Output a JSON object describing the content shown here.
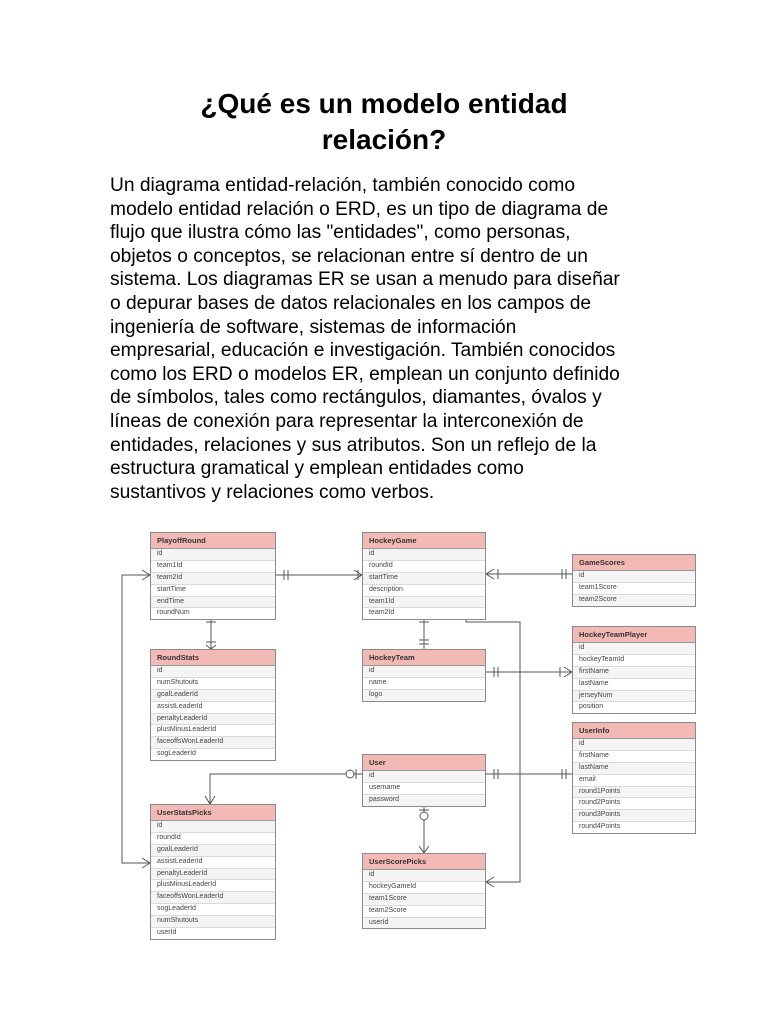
{
  "title": {
    "line1": "¿Qué es un modelo entidad",
    "line2": "relación?"
  },
  "body_lines": [
    "Un diagrama entidad-relación, también conocido como",
    "modelo entidad relación o ERD, es un tipo de diagrama de",
    "flujo que ilustra cómo las \"entidades\", como personas,",
    "objetos o conceptos, se relacionan entre sí dentro de un",
    "sistema. Los diagramas ER se usan a menudo para diseñar",
    "o depurar bases de datos relacionales en los campos de",
    "ingeniería de software, sistemas de información",
    "empresarial, educación e investigación. También conocidos",
    "como los ERD o modelos ER, emplean un conjunto definido",
    "de símbolos, tales como rectángulos, diamantes, óvalos y",
    "líneas de conexión para representar la interconexión de",
    "entidades, relaciones y sus atributos. Son un reflejo de la",
    "estructura gramatical y emplean entidades como",
    "sustantivos y relaciones como verbos."
  ],
  "erd": {
    "entities": [
      {
        "name": "PlayoffRound",
        "fields": [
          "id",
          "team1Id",
          "team2Id",
          "startTime",
          "endTime",
          "roundNum"
        ]
      },
      {
        "name": "HockeyGame",
        "fields": [
          "id",
          "roundId",
          "startTime",
          "description",
          "team1Id",
          "team2Id"
        ]
      },
      {
        "name": "GameScores",
        "fields": [
          "id",
          "team1Score",
          "team2Score"
        ]
      },
      {
        "name": "RoundStats",
        "fields": [
          "id",
          "numShutouts",
          "goalLeaderId",
          "assistLeaderId",
          "penaltyLeaderId",
          "plusMinusLeaderId",
          "faceoffsWonLeaderId",
          "sogLeaderId"
        ]
      },
      {
        "name": "HockeyTeam",
        "fields": [
          "id",
          "name",
          "logo"
        ]
      },
      {
        "name": "HockeyTeamPlayer",
        "fields": [
          "id",
          "hockeyTeamId",
          "firstName",
          "lastName",
          "jerseyNum",
          "position"
        ]
      },
      {
        "name": "UserInfo",
        "fields": [
          "id",
          "firstName",
          "lastName",
          "email",
          "round1Points",
          "round2Points",
          "round3Points",
          "round4Points"
        ]
      },
      {
        "name": "User",
        "fields": [
          "id",
          "username",
          "password"
        ]
      },
      {
        "name": "UserStatsPicks",
        "fields": [
          "id",
          "roundId",
          "goalLeaderId",
          "assistLeaderId",
          "penaltyLeaderId",
          "plusMinusLeaderId",
          "faceoffsWonLeaderId",
          "sogLeaderId",
          "numShutouts",
          "userId"
        ]
      },
      {
        "name": "UserScorePicks",
        "fields": [
          "id",
          "hockeyGameId",
          "team1Score",
          "team2Score",
          "userId"
        ]
      }
    ]
  }
}
